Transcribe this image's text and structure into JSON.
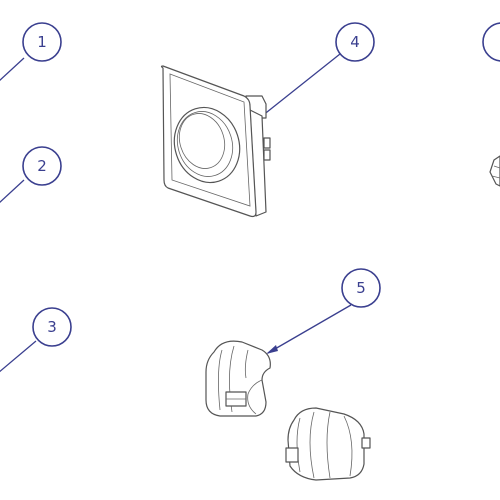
{
  "colors": {
    "callout": "#3a3f8f",
    "part_line": "#555555",
    "background": "#ffffff"
  },
  "callouts": [
    {
      "label": "1"
    },
    {
      "label": "2"
    },
    {
      "label": "3"
    },
    {
      "label": "4"
    },
    {
      "label": "5"
    },
    {
      "label": ""
    }
  ]
}
